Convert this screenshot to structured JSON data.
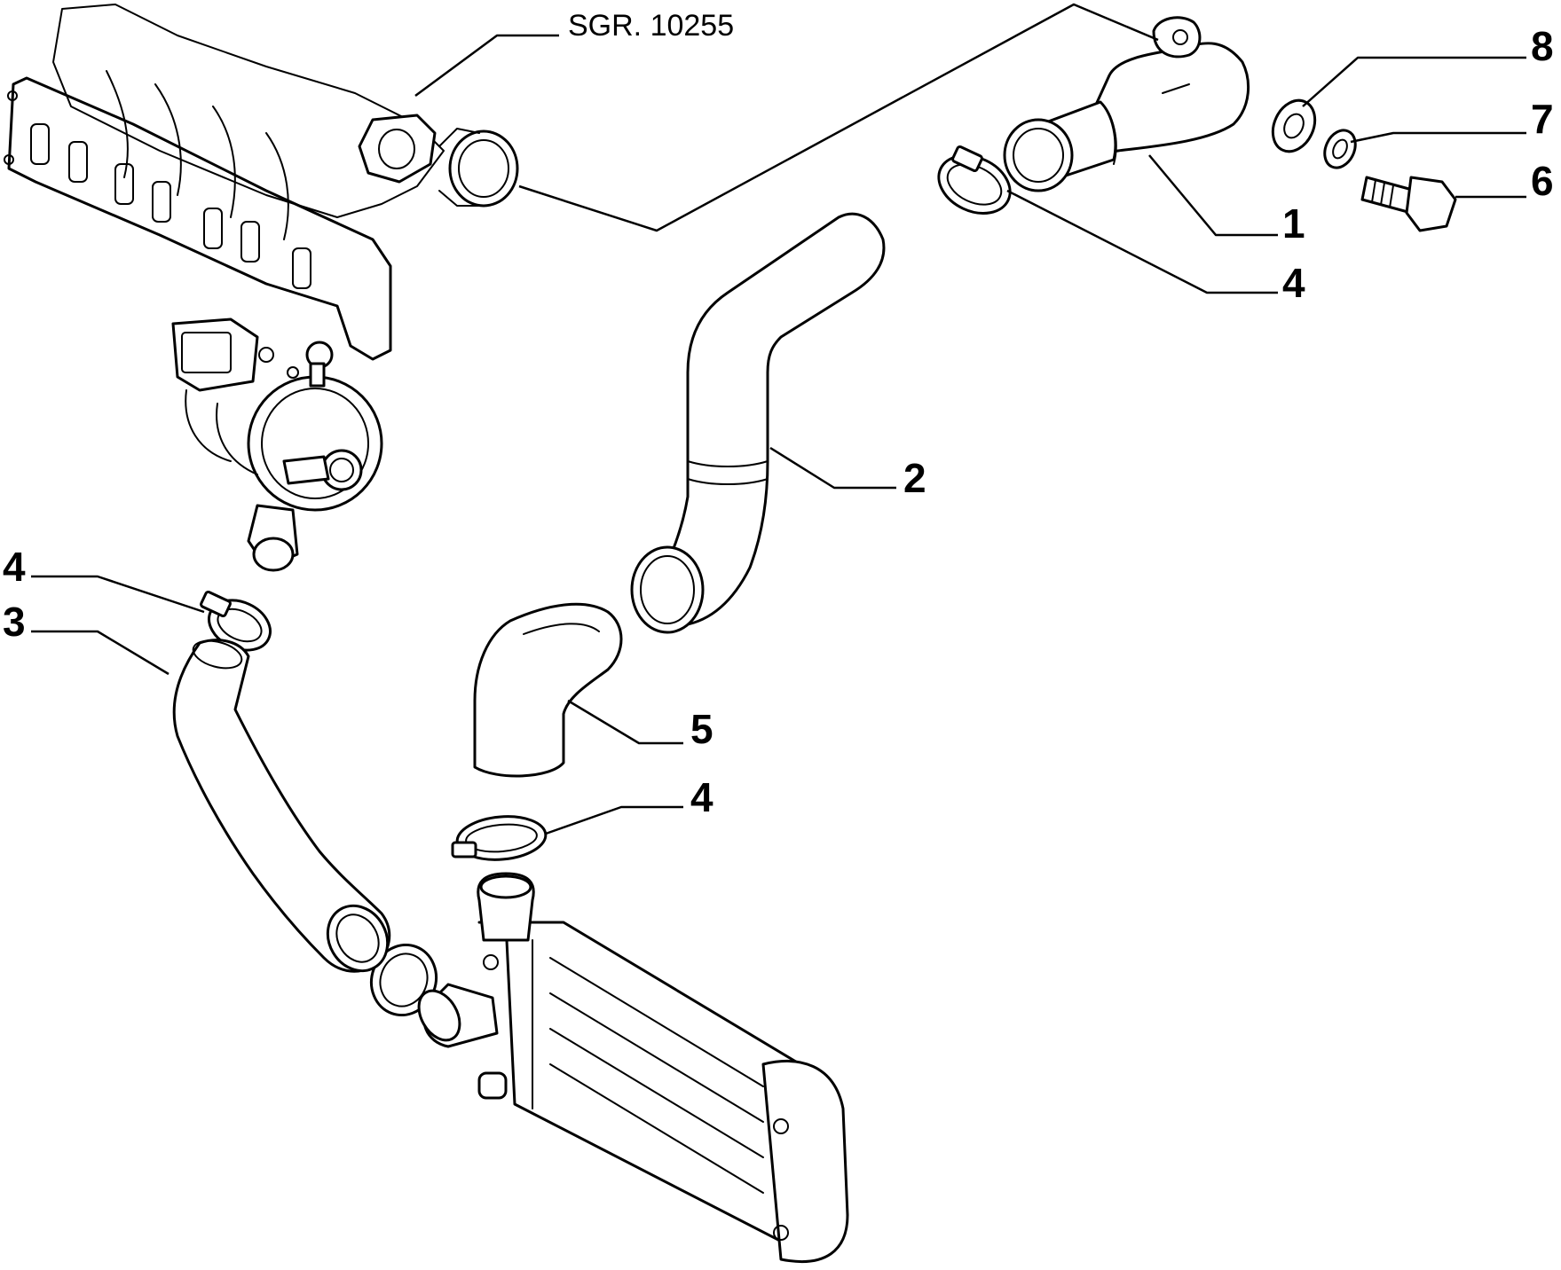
{
  "reference": "SGR. 10255",
  "callouts": {
    "c1": "1",
    "c2": "2",
    "c3": "3",
    "c4a": "4",
    "c4b": "4",
    "c4c": "4",
    "c5": "5",
    "c6": "6",
    "c7": "7",
    "c8": "8"
  }
}
